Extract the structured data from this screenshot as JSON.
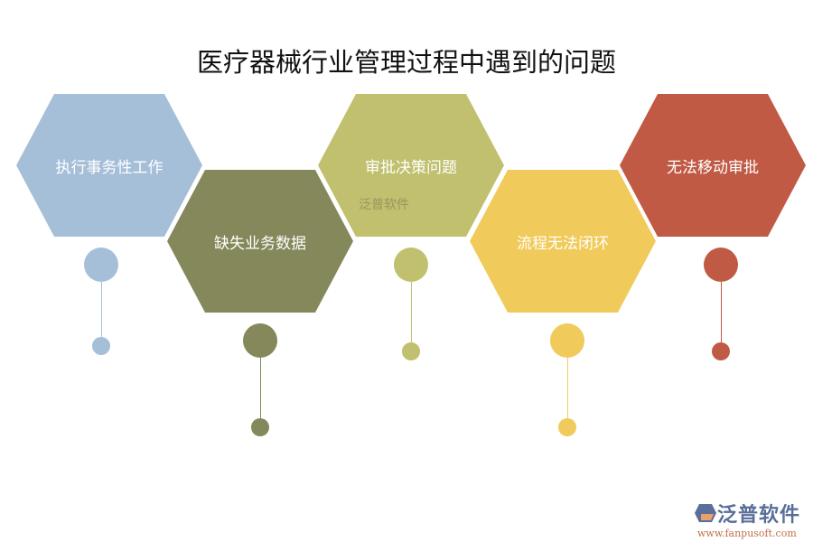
{
  "title": "医疗器械行业管理过程中遇到的问题",
  "items": [
    {
      "label": "执行事务性工作",
      "color": "#a6bfd8"
    },
    {
      "label": "缺失业务数据",
      "color": "#84885a"
    },
    {
      "label": "审批决策问题",
      "color": "#c0c06e"
    },
    {
      "label": "流程无法闭环",
      "color": "#f0cb5b"
    },
    {
      "label": "无法移动审批",
      "color": "#c05a45"
    }
  ],
  "watermark": "泛普软件",
  "logo": {
    "name": "泛普软件",
    "url": "www.fanpusoft.com"
  }
}
